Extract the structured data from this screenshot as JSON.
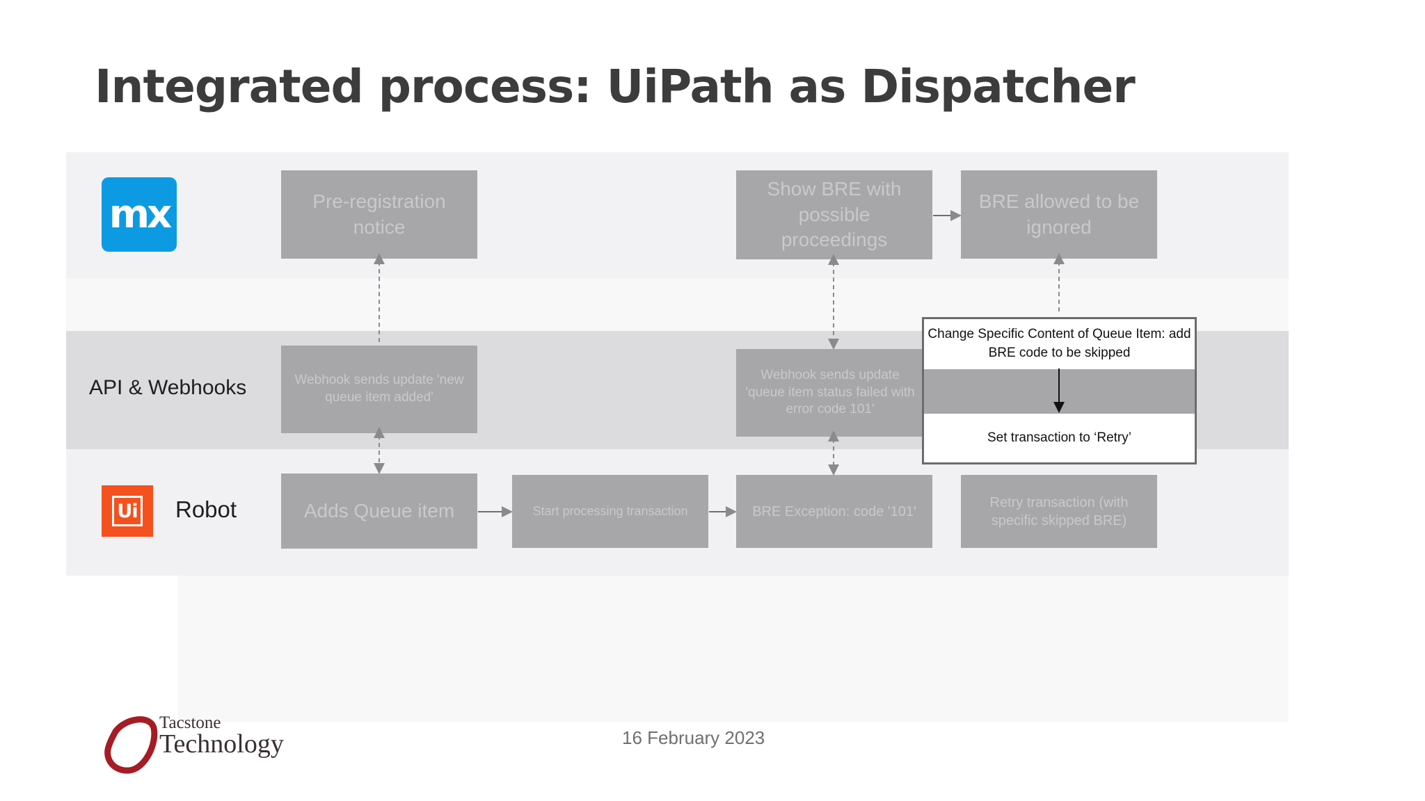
{
  "title": "Integrated process: UiPath as Dispatcher",
  "lanes": {
    "mendix": {
      "logo_text": "mx",
      "logo_color": "#0c9be3"
    },
    "api": {
      "label": "API & Webhooks"
    },
    "robot": {
      "label": "Robot",
      "logo_text": "Ui",
      "logo_color": "#f4511e"
    }
  },
  "boxes": {
    "pre_registration": "Pre-registration notice",
    "show_bre": "Show BRE with possible proceedings",
    "bre_allowed": "BRE allowed to be ignored",
    "webhook_new_item": "Webhook sends update 'new queue item added'",
    "webhook_failed": "Webhook sends update 'queue item status failed with error code 101'",
    "adds_queue_item": "Adds Queue item",
    "start_processing": "Start processing transaction",
    "bre_exception": "BRE Exception: code '101'",
    "retry_transaction": "Retry transaction (with specific skipped BRE)"
  },
  "callout": {
    "top_text": "Change Specific Content of Queue Item: add BRE code to be skipped",
    "bottom_text": "Set transaction to ‘Retry’"
  },
  "footer": {
    "date": "16 February 2023",
    "company_small": "Tacstone",
    "company_big": "Technology",
    "logo_color": "#a51c24"
  }
}
